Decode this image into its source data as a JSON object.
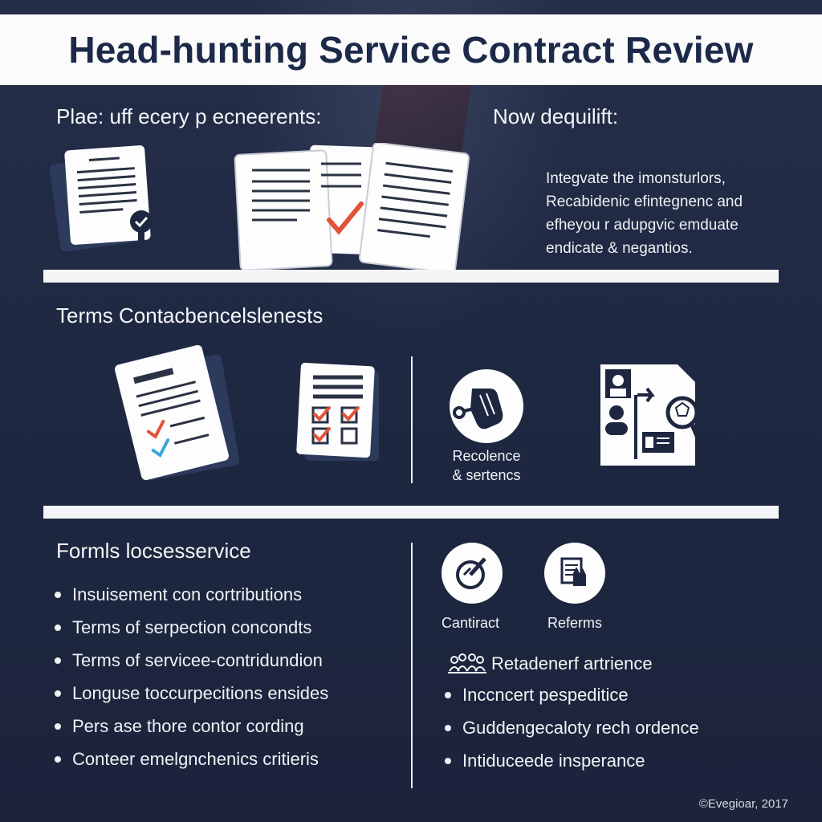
{
  "title": "Head-hunting Service Contract Review",
  "section1": {
    "heading_left": "Plae: uff ecery p ecneerents:",
    "heading_right": "Now dequilift:",
    "paragraph": [
      "Integvate the imonsturlors,",
      "Recabidenic efintegnenc and",
      "efheyou r adupgvic emduate",
      "endicate & negantios."
    ]
  },
  "section2": {
    "heading": "Terms Contacbencelslenests",
    "caption": [
      "Recolence",
      "& sertencs"
    ]
  },
  "section3": {
    "heading": "Formls locsesservice",
    "left_items": [
      "Insuisement con cortributions",
      "Terms of serpection concondts",
      "Terms of servicee-contridundion",
      "Longuse toccurpecitions ensides",
      "Pers ase thore contor cording",
      "Conteer emelgnchenics critieris"
    ],
    "icon_labels": [
      "Cantiract",
      "Referms"
    ],
    "team_item": "Retadenerf artrience",
    "right_items": [
      "Inccncert pespeditice",
      "Guddengecaloty rech ordence",
      "Intiduceede insperance"
    ]
  },
  "footer": {
    "copyright": "©Evegioar, 2017"
  },
  "colors": {
    "background": "#1d2740",
    "title_text": "#1c2948",
    "check_red": "#e2533a",
    "check_blue": "#3aa7d8"
  },
  "icons": [
    "document-stamp-icon",
    "documents-checkmark-icon",
    "document-checklist-icon",
    "checkbox-form-icon",
    "hand-key-icon",
    "profiles-search-icon",
    "gauge-pen-icon",
    "hand-document-icon",
    "team-icon"
  ]
}
